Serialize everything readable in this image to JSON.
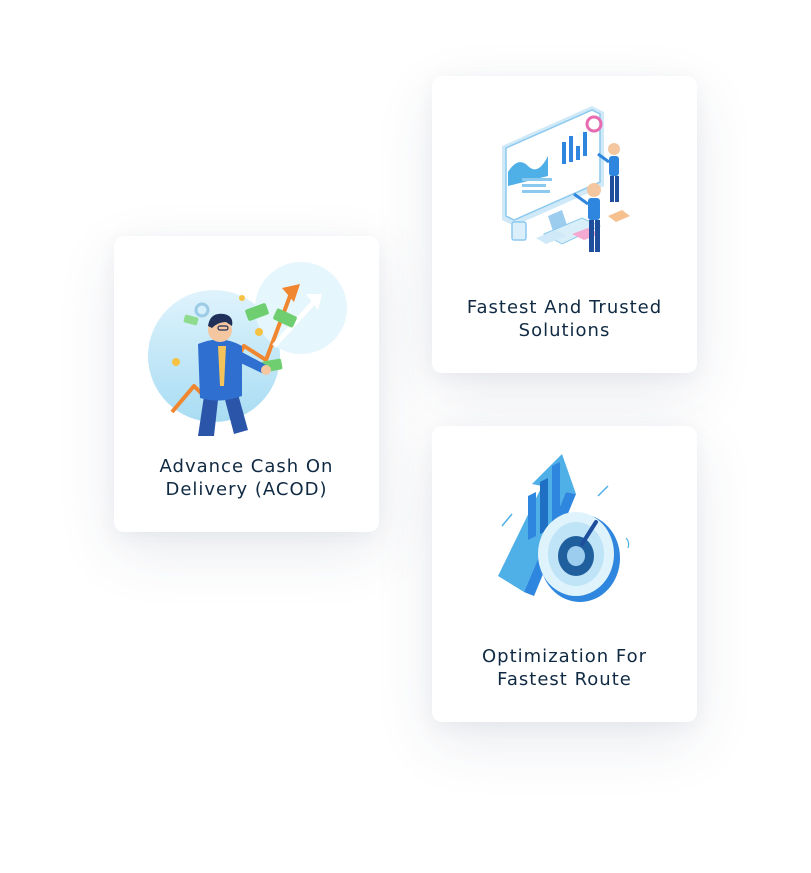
{
  "cards": [
    {
      "id": "acod",
      "title_line1": "Advance Cash On",
      "title_line2": "Delivery (ACOD)",
      "icon": "cash-growth-illustration"
    },
    {
      "id": "fast",
      "title_line1": "Fastest And Trusted",
      "title_line2": "Solutions",
      "icon": "analytics-dashboard-illustration"
    },
    {
      "id": "opt",
      "title_line1": "Optimization For",
      "title_line2": "Fastest Route",
      "icon": "speed-optimization-illustration"
    }
  ],
  "colors": {
    "title": "#102a43",
    "accent_blue": "#2e86de",
    "light_blue": "#bfe4f7",
    "orange": "#f0862f",
    "money_green": "#6fcf70"
  }
}
